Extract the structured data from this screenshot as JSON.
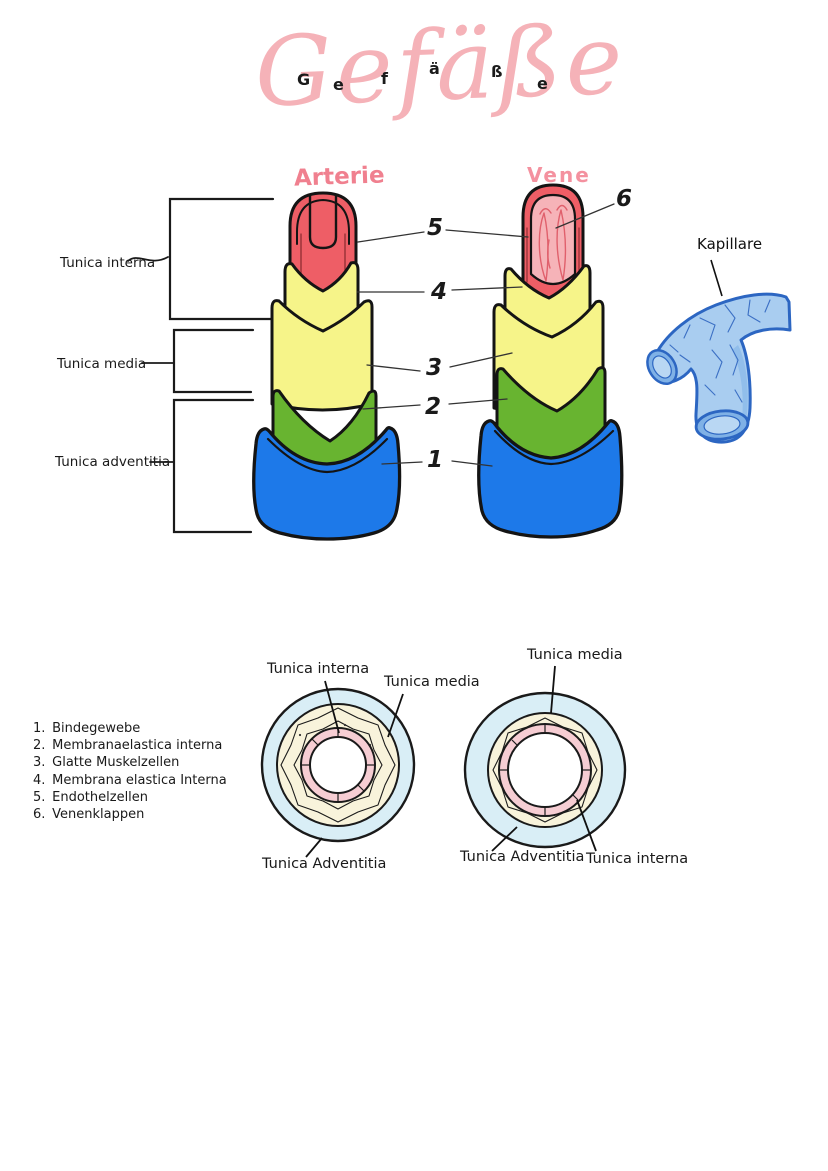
{
  "title": {
    "word": "Gefäße",
    "print_letters": [
      "G",
      "e",
      "f",
      "ä",
      "ß",
      "e"
    ]
  },
  "diagram": {
    "artery_title": "Arterie",
    "vein_title": "Vene",
    "capillary_title": "Kapillare",
    "wall_layer_labels": {
      "interna": "Tunica interna",
      "media": "Tunica media",
      "adventitia": "Tunica adventitia"
    },
    "pointer_numbers": {
      "n1": "1",
      "n2": "2",
      "n3": "3",
      "n4": "4",
      "n5": "5",
      "n6": "6"
    }
  },
  "legend": {
    "items": [
      {
        "num": "1.",
        "label": "Bindegewebe"
      },
      {
        "num": "2.",
        "label": "Membranaelastica interna"
      },
      {
        "num": "3.",
        "label": "Glatte Muskelzellen"
      },
      {
        "num": "4.",
        "label": "Membrana elastica Interna"
      },
      {
        "num": "5.",
        "label": "Endothelzellen"
      },
      {
        "num": "6.",
        "label": "Venenklappen"
      }
    ]
  },
  "cross_sections": {
    "artery": {
      "interna": "Tunica interna",
      "media": "Tunica media",
      "adventitia": "Tunica Adventitia"
    },
    "vein": {
      "media": "Tunica media",
      "adventitia": "Tunica Adventitia",
      "interna": "Tunica interna"
    }
  },
  "colors": {
    "title_pink": "#f5b2b8",
    "arterie_label_pink": "#f0808f",
    "vene_label_pink": "#f4919f",
    "artery_red": "#ee5e66",
    "vein_lumen_pink": "#f6b3b8",
    "tunica_media_yellow": "#f6f489",
    "membrane_green": "#68b430",
    "adventitia_blue": "#1d79e9",
    "capillary_fill": "#a9cdf0",
    "capillary_stroke": "#2c66c2",
    "section_outer_blue": "#d9eef6",
    "section_media_cream": "#f8f3db",
    "section_interna_pink": "#f6cdd3",
    "ink": "#141414"
  }
}
